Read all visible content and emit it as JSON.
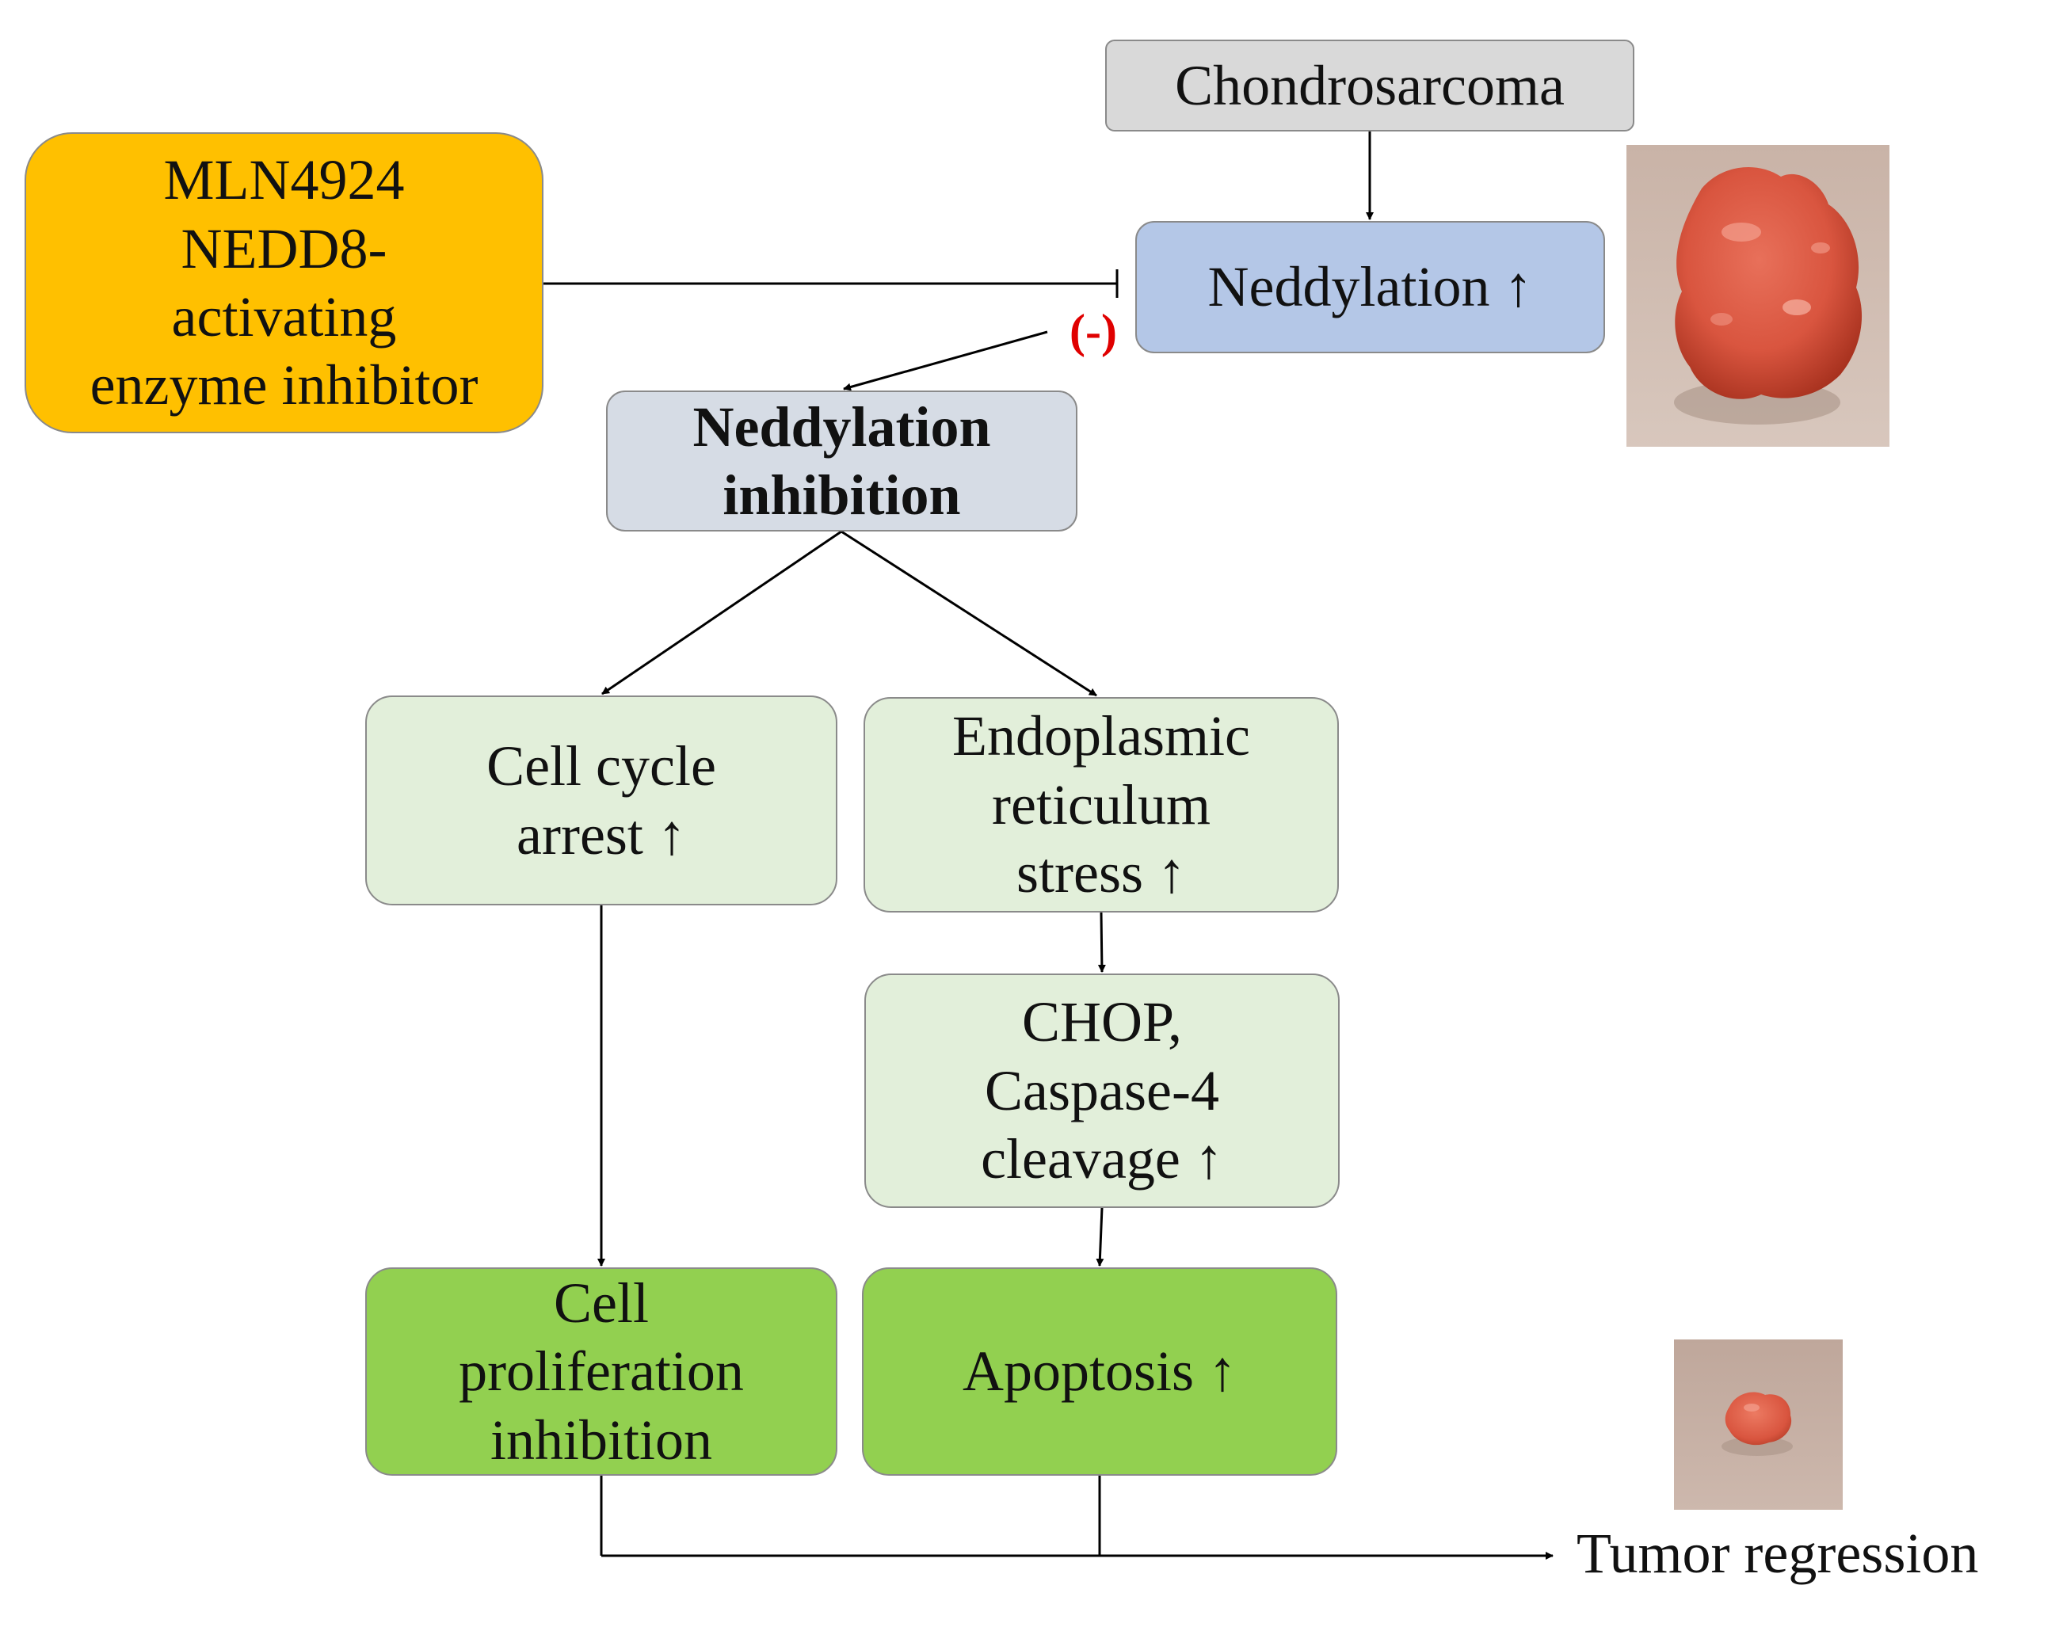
{
  "nodes": {
    "chondrosarcoma": {
      "lines": [
        "Chondrosarcoma"
      ]
    },
    "mln4924": {
      "lines": [
        "MLN4924",
        "NEDD8-",
        "activating",
        "enzyme inhibitor"
      ]
    },
    "neddylation": {
      "lines": [
        "Neddylation ↑"
      ]
    },
    "neddylation_inhibition": {
      "lines": [
        "Neddylation",
        "inhibition"
      ]
    },
    "cell_cycle_arrest": {
      "lines": [
        "Cell cycle",
        "arrest ↑"
      ]
    },
    "er_stress": {
      "lines": [
        "Endoplasmic",
        "reticulum",
        "stress  ↑"
      ]
    },
    "chop": {
      "lines": [
        "CHOP,",
        "Caspase-4",
        "cleavage ↑"
      ]
    },
    "cell_proliferation_inhibition": {
      "lines": [
        "Cell",
        "proliferation",
        "inhibition"
      ]
    },
    "apoptosis": {
      "lines": [
        "Apoptosis ↑"
      ]
    }
  },
  "labels": {
    "tumor_regression": "Tumor regression",
    "inhibition_sign": "(-)"
  },
  "colors": {
    "chondrosarcoma": "#d9d9d9",
    "mln4924": "#ffc000",
    "neddylation": "#b4c7e7",
    "neddylation_inhibition": "#d6dce5",
    "light_green": "#e2efda",
    "green": "#92d050",
    "inhibition_sign": "#e00000",
    "tumor_tissue": "#d9553f"
  }
}
